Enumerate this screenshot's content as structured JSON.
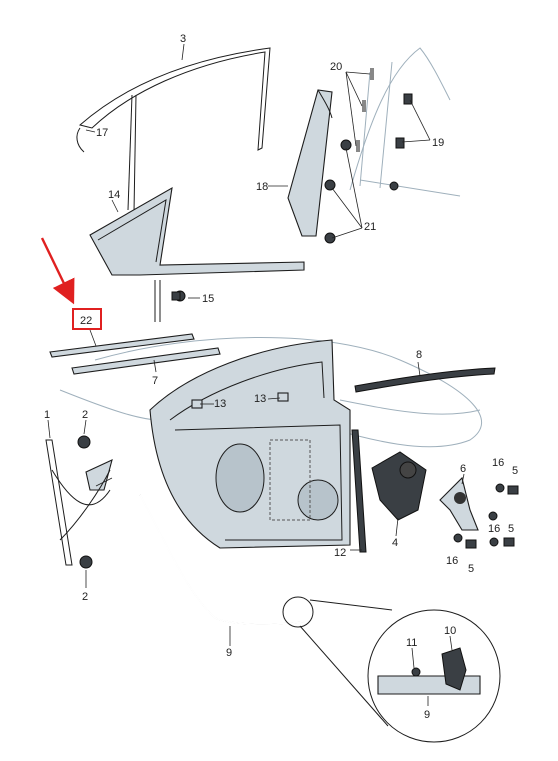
{
  "callouts": {
    "c1": "1",
    "c2a": "2",
    "c2b": "2",
    "c3": "3",
    "c4": "4",
    "c5a": "5",
    "c5b": "5",
    "c5c": "5",
    "c6": "6",
    "c7": "7",
    "c8": "8",
    "c9a": "9",
    "c9b": "9",
    "c10": "10",
    "c11": "11",
    "c12": "12",
    "c13a": "13",
    "c13b": "13",
    "c14": "14",
    "c15": "15",
    "c16a": "16",
    "c16b": "16",
    "c16c": "16",
    "c17": "17",
    "c18": "18",
    "c19": "19",
    "c20": "20",
    "c21": "21",
    "c22": "22"
  },
  "colors": {
    "highlight": "#e02020",
    "part_fill": "#cfd8de",
    "outline": "#1d1d1d"
  },
  "icons": {
    "pointer": "red-arrow-icon"
  }
}
